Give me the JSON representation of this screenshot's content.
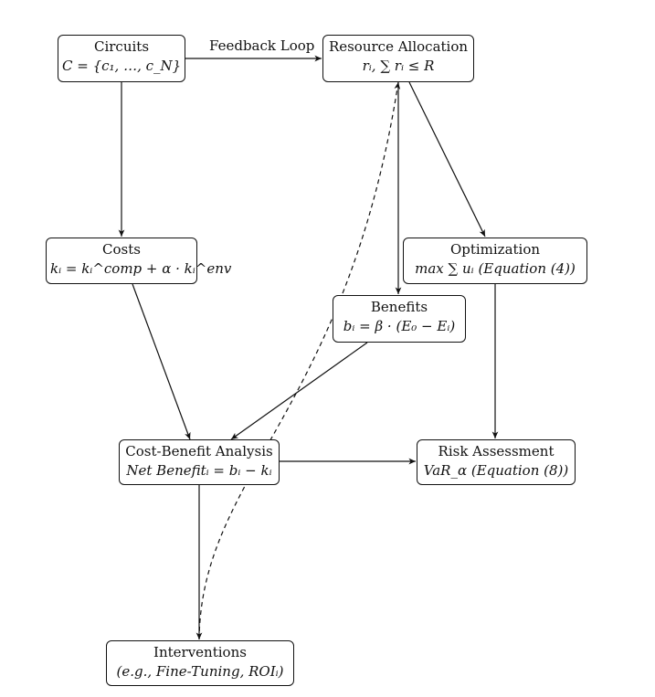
{
  "nodes": {
    "circuits": {
      "title": "Circuits",
      "formula": "C = {c₁, …, c_N}"
    },
    "resource": {
      "title": "Resource Allocation",
      "formula": "rᵢ, ∑ rᵢ ≤ R"
    },
    "costs": {
      "title": "Costs",
      "formula": "kᵢ = kᵢ^comp + α · kᵢ^env"
    },
    "optimization": {
      "title": "Optimization",
      "formula": "max ∑ uᵢ (Equation (4))"
    },
    "benefits": {
      "title": "Benefits",
      "formula": "bᵢ = β · (E₀ − Eᵢ)"
    },
    "cba": {
      "title": "Cost-Benefit Analysis",
      "formula": "Net Benefitᵢ = bᵢ − kᵢ"
    },
    "risk": {
      "title": "Risk Assessment",
      "formula": "VaR_α (Equation (8))"
    },
    "interventions": {
      "title": "Interventions",
      "formula": "(e.g., Fine-Tuning, ROIᵢ)"
    }
  },
  "edges": {
    "feedback_label": "Feedback Loop"
  }
}
